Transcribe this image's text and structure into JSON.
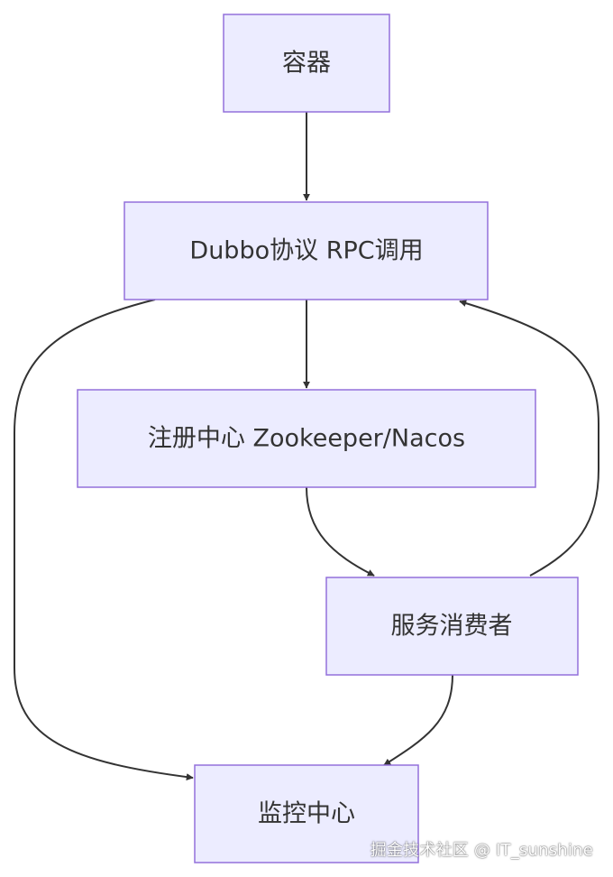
{
  "nodes": {
    "container": "容器",
    "dubbo_rpc": "Dubbo协议 RPC调用",
    "registry": "注册中心 Zookeeper/Nacos",
    "consumer": "服务消费者",
    "monitor": "监控中心"
  },
  "edges": [
    {
      "from": "container",
      "to": "dubbo_rpc"
    },
    {
      "from": "dubbo_rpc",
      "to": "registry"
    },
    {
      "from": "registry",
      "to": "consumer"
    },
    {
      "from": "consumer",
      "to": "dubbo_rpc"
    },
    {
      "from": "dubbo_rpc",
      "to": "monitor"
    },
    {
      "from": "consumer",
      "to": "monitor"
    }
  ],
  "colors": {
    "node_fill": "#ececff",
    "node_border": "#9370db",
    "edge": "#333333",
    "text": "#333333"
  },
  "watermark": "掘金技术社区 @ IT_sunshine"
}
